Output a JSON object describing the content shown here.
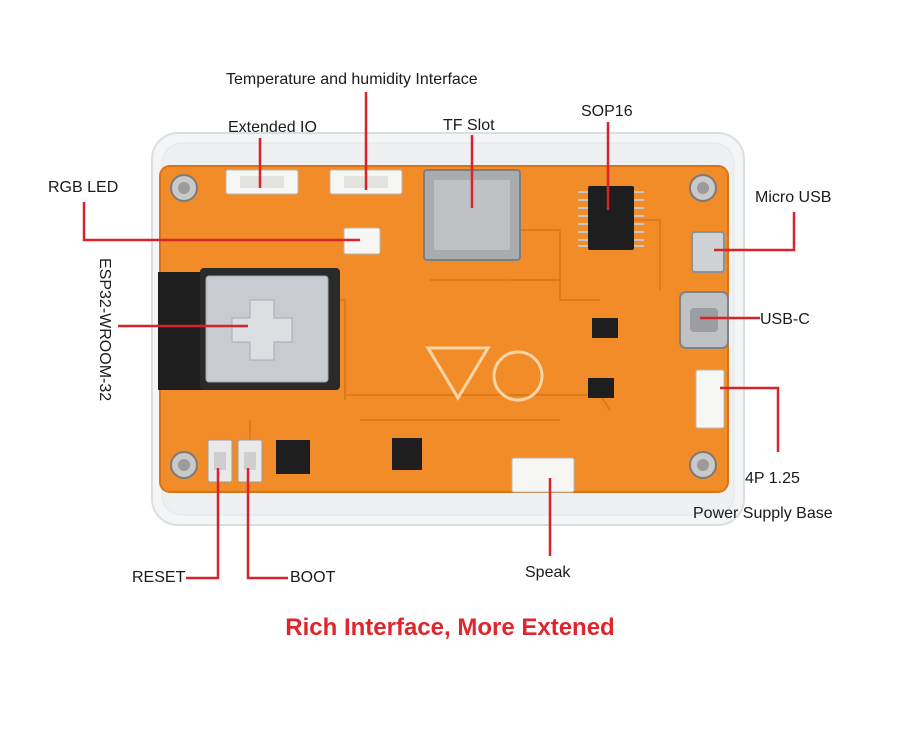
{
  "colors": {
    "pcb": "#f28c28",
    "leader": "#d7232a",
    "headline": "#e0262d",
    "case": "#eef0f2"
  },
  "labels": {
    "temp_humidity": "Temperature and humidity Interface",
    "extended_io": "Extended IO",
    "tf_slot": "TF Slot",
    "sop16": "SOP16",
    "rgb_led": "RGB LED",
    "micro_usb": "Micro USB",
    "esp32": "ESP32-WROOM-32",
    "usb_c": "USB-C",
    "power_line1": "4P 1.25",
    "power_line2": "Power Supply Base",
    "reset": "RESET",
    "boot": "BOOT",
    "speak": "Speak"
  },
  "headline": "Rich Interface, More Extened"
}
